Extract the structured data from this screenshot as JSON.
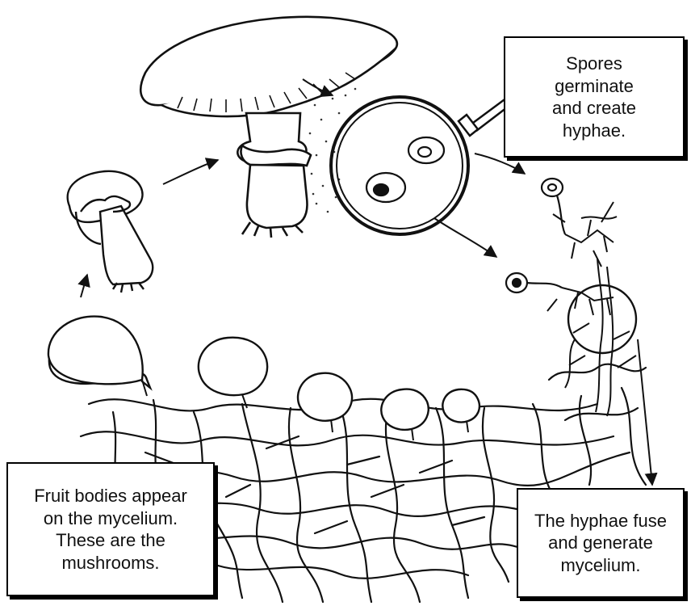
{
  "captions": {
    "spores": "Spores\ngerminate\nand create\nhyphae.",
    "fruit": "Fruit bodies appear\non the mycelium.\nThese are the\nmushrooms.",
    "fuse": "The hyphae fuse\nand generate\nmycelium."
  },
  "colors": {
    "ink": "#111111",
    "paper": "#ffffff"
  },
  "icons": [
    "mushroom-cap",
    "magnifying-glass",
    "spore",
    "hyphae",
    "mycelium-network"
  ]
}
